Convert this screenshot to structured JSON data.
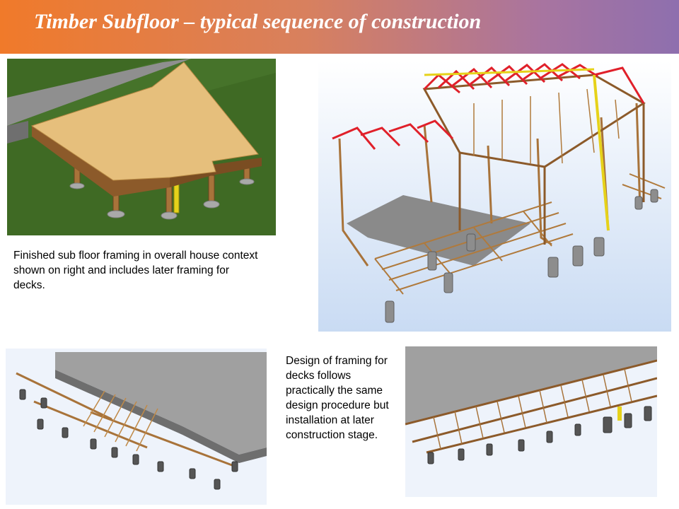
{
  "slide": {
    "title": "Timber Subfloor – typical sequence of construction"
  },
  "captions": {
    "subfloor_context": "Finished sub floor framing in overall house context shown on right and includes later framing for decks.",
    "deck_design": "Design of framing for decks follows practically the same design procedure but installation at later construction stage."
  },
  "colors": {
    "title_gradient_start": "#f07a2a",
    "title_gradient_end": "#8e6fae",
    "timber": "#a8733a",
    "roof_truss": "#e0202a",
    "steel_post": "#e6d21a",
    "concrete": "#9a9a9a",
    "grass": "#3f6a24",
    "ply_floor": "#e6bf7c"
  }
}
